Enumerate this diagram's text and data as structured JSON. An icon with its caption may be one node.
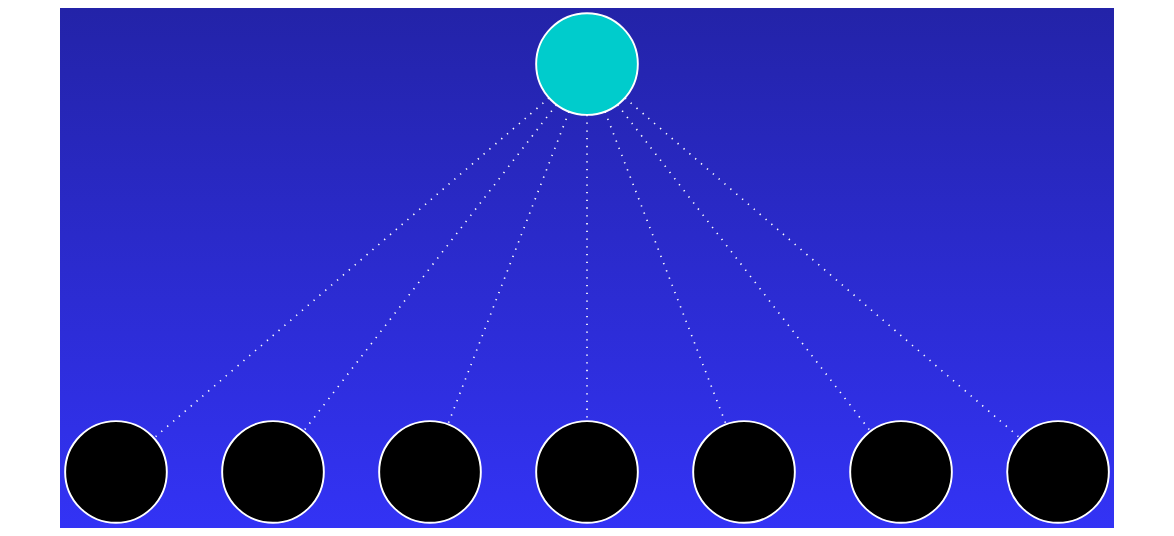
{
  "diagram": {
    "nodes": [
      {
        "text": [],
        "shape": "circle"
      },
      {
        "text": [],
        "shape": "circle"
      },
      {
        "text": [],
        "shape": "circle"
      },
      {
        "text": [],
        "shape": "circle"
      },
      {
        "text": [],
        "shape": "circle"
      },
      {
        "text": [],
        "shape": "circle"
      },
      {
        "text": [],
        "shape": "circle"
      },
      {
        "text": [],
        "shape": "circle"
      }
    ],
    "edges": [
      {
        "from": 0,
        "to": 1,
        "arrow": "none"
      },
      {
        "from": 0,
        "to": 2,
        "arrow": "none"
      },
      {
        "from": 0,
        "to": 3,
        "arrow": "none"
      },
      {
        "from": 0,
        "to": 4,
        "arrow": "none"
      },
      {
        "from": 0,
        "to": 5,
        "arrow": "none"
      },
      {
        "from": 0,
        "to": 6,
        "arrow": "none"
      },
      {
        "from": 0,
        "to": 7,
        "arrow": "none"
      }
    ]
  }
}
